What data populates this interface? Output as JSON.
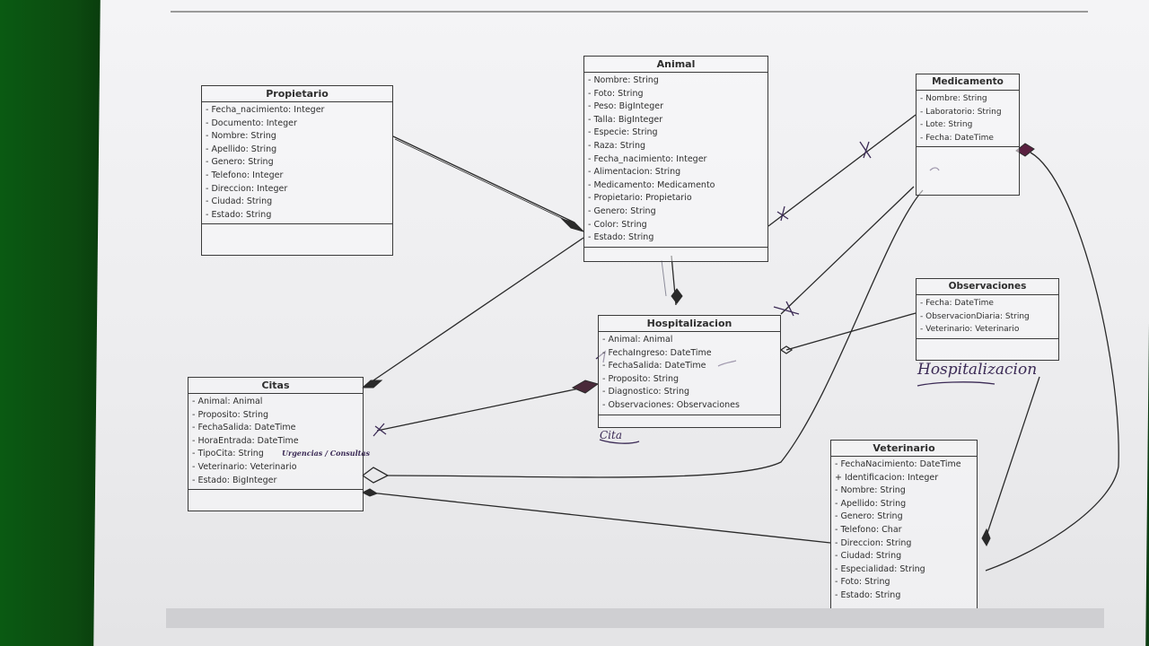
{
  "diagram": {
    "classes": [
      {
        "key": "propietario",
        "name": "Propietario",
        "attributes": [
          "- Fecha_nacimiento: Integer",
          "- Documento: Integer",
          "- Nombre: String",
          "- Apellido: String",
          "- Genero: String",
          "- Telefono: Integer",
          "- Direccion: Integer",
          "- Ciudad: String",
          "- Estado: String"
        ]
      },
      {
        "key": "animal",
        "name": "Animal",
        "attributes": [
          "- Nombre: String",
          "- Foto: String",
          "- Peso: BigInteger",
          "- Talla: BigInteger",
          "- Especie: String",
          "- Raza: String",
          "- Fecha_nacimiento: Integer",
          "- Alimentacion: String",
          "- Medicamento: Medicamento",
          "- Propietario: Propietario",
          "- Genero: String",
          "- Color: String",
          "- Estado: String"
        ]
      },
      {
        "key": "medicamento",
        "name": "Medicamento",
        "attributes": [
          "- Nombre: String",
          "- Laboratorio: String",
          "- Lote: String",
          "- Fecha: DateTime"
        ]
      },
      {
        "key": "hospitalizacion",
        "name": "Hospitalizacion",
        "attributes": [
          "- Animal: Animal",
          "- FechaIngreso: DateTime",
          "- FechaSalida: DateTime",
          "- Proposito: String",
          "- Diagnostico: String",
          "- Observaciones: Observaciones"
        ]
      },
      {
        "key": "observaciones",
        "name": "Observaciones",
        "attributes": [
          "- Fecha: DateTime",
          "- ObservacionDiaria: String",
          "- Veterinario: Veterinario"
        ]
      },
      {
        "key": "citas",
        "name": "Citas",
        "attributes": [
          "- Animal: Animal",
          "- Proposito: String",
          "- FechaSalida: DateTime",
          "- HoraEntrada: DateTime",
          "- TipoCita: String",
          "- Veterinario: Veterinario",
          "- Estado: BigInteger"
        ]
      },
      {
        "key": "veterinario",
        "name": "Veterinario",
        "attributes": [
          "- FechaNacimiento: DateTime",
          "+ Identificacion: Integer",
          "- Nombre: String",
          "- Apellido: String",
          "- Genero: String",
          "- Telefono: Char",
          "- Direccion: String",
          "- Ciudad: String",
          "- Especialidad: String",
          "- Foto: String",
          "- Estado: String"
        ]
      }
    ],
    "handwritten": {
      "hospitalizacion_note": "Hospitalizacion",
      "cita_note": "Cita",
      "tipocita_note": "Urgencias / Consultas"
    }
  }
}
